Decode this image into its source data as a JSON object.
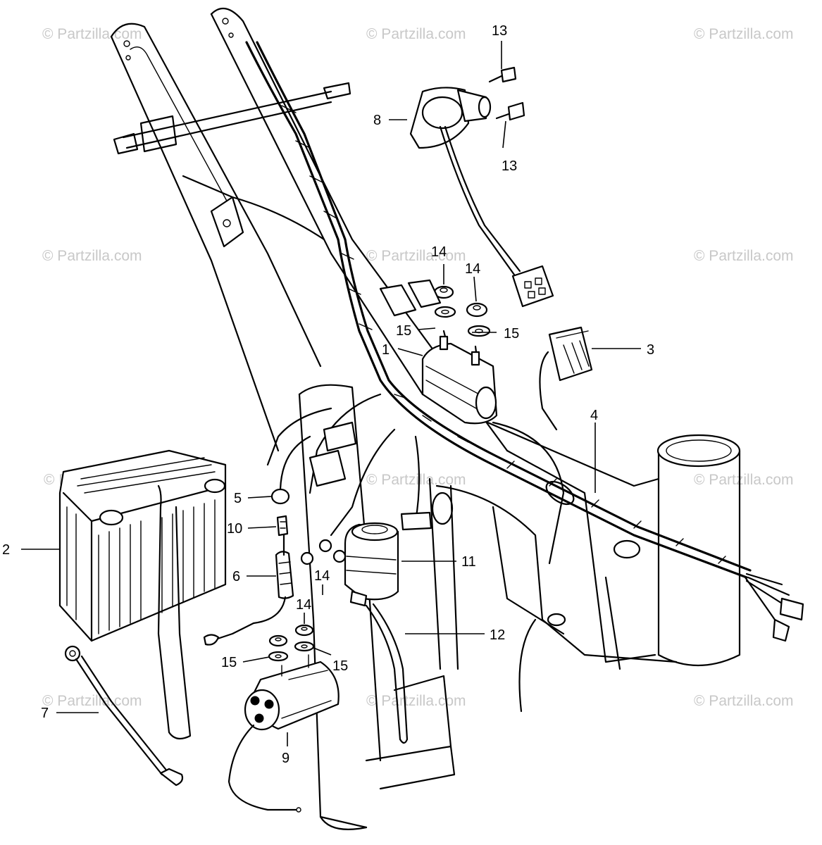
{
  "watermark_text": "© Partzilla.com",
  "callouts": {
    "c1": "1",
    "c2": "2",
    "c3": "3",
    "c4": "4",
    "c5": "5",
    "c6": "6",
    "c7": "7",
    "c8": "8",
    "c9": "9",
    "c10": "10",
    "c11": "11",
    "c12": "12",
    "c13a": "13",
    "c13b": "13",
    "c14a": "14",
    "c14b": "14",
    "c14c": "14",
    "c14d": "14",
    "c15a": "15",
    "c15b": "15",
    "c15c": "15",
    "c15d": "15"
  }
}
